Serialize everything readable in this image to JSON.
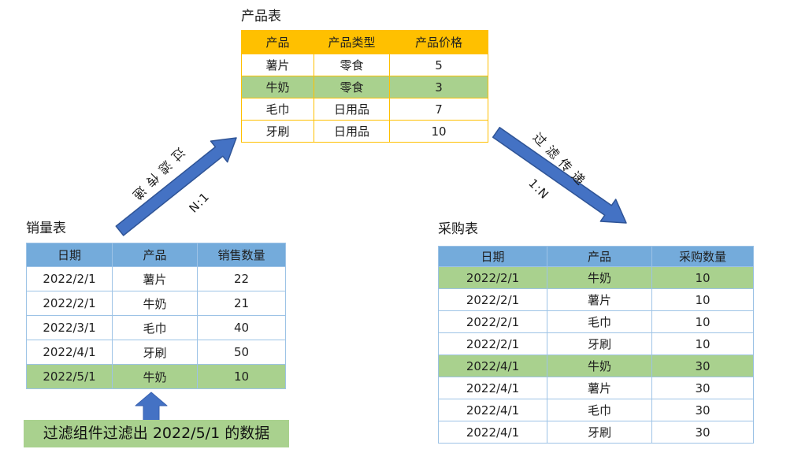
{
  "colors": {
    "product_header_bg": "#FFC000",
    "product_border": "#FFC000",
    "blue_header_bg": "#74ABDB",
    "blue_border": "#9DC3E6",
    "highlight_green": "#A9D18E",
    "arrow_fill": "#4472C4",
    "arrow_stroke": "#2F5496",
    "label_bg": "#A9D18E"
  },
  "product_table": {
    "title": "产品表",
    "headers": [
      "产品",
      "产品类型",
      "产品价格"
    ],
    "rows": [
      [
        "薯片",
        "零食",
        "5"
      ],
      [
        "牛奶",
        "零食",
        "3"
      ],
      [
        "毛巾",
        "日用品",
        "7"
      ],
      [
        "牙刷",
        "日用品",
        "10"
      ]
    ],
    "highlighted_rows": [
      1
    ]
  },
  "sales_table": {
    "title": "销量表",
    "headers": [
      "日期",
      "产品",
      "销售数量"
    ],
    "rows": [
      [
        "2022/2/1",
        "薯片",
        "22"
      ],
      [
        "2022/2/1",
        "牛奶",
        "21"
      ],
      [
        "2022/3/1",
        "毛巾",
        "40"
      ],
      [
        "2022/4/1",
        "牙刷",
        "50"
      ],
      [
        "2022/5/1",
        "牛奶",
        "10"
      ]
    ],
    "highlighted_rows": [
      4
    ]
  },
  "purchase_table": {
    "title": "采购表",
    "headers": [
      "日期",
      "产品",
      "采购数量"
    ],
    "rows": [
      [
        "2022/2/1",
        "牛奶",
        "10"
      ],
      [
        "2022/2/1",
        "薯片",
        "10"
      ],
      [
        "2022/2/1",
        "毛巾",
        "10"
      ],
      [
        "2022/2/1",
        "牙刷",
        "10"
      ],
      [
        "2022/4/1",
        "牛奶",
        "30"
      ],
      [
        "2022/4/1",
        "薯片",
        "30"
      ],
      [
        "2022/4/1",
        "毛巾",
        "30"
      ],
      [
        "2022/4/1",
        "牙刷",
        "30"
      ]
    ],
    "highlighted_rows": [
      0,
      4
    ]
  },
  "arrows": {
    "left_label": "过滤传递",
    "left_ratio": "N:1",
    "right_label": "过滤传递",
    "right_ratio": "1:N"
  },
  "annotation": {
    "text": "过滤组件过滤出 2022/5/1 的数据"
  }
}
